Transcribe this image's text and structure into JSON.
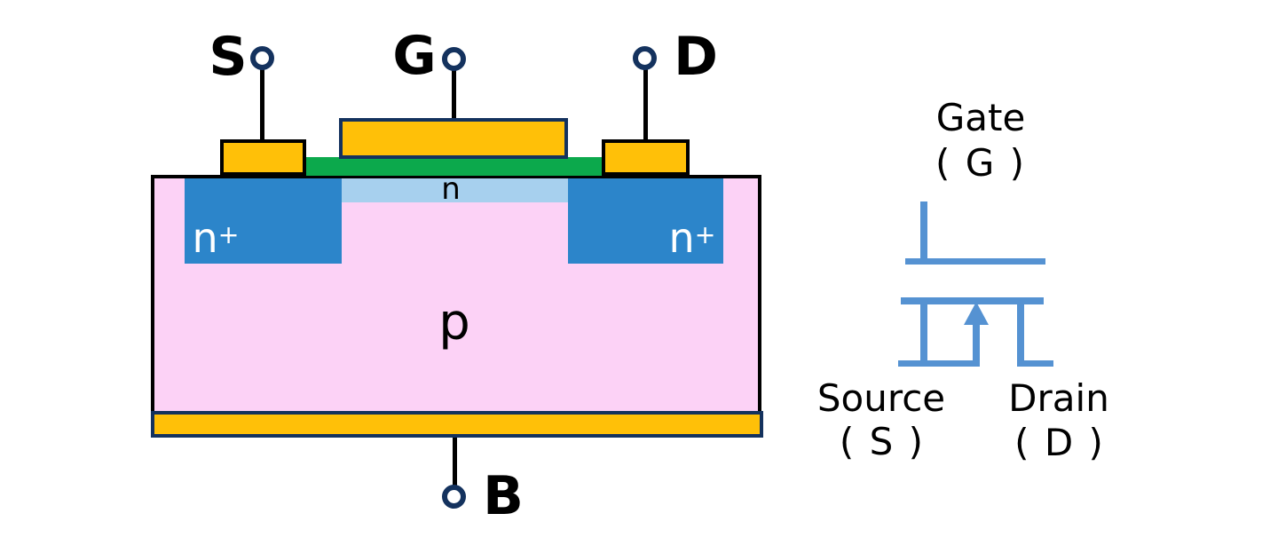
{
  "colors": {
    "substrate-pink": "#FCD2F6",
    "nplus-blue": "#2C85CA",
    "channel-blue": "#A7D0EE",
    "oxide-green": "#0CA94C",
    "metal-orange": "#FFC008",
    "outline-navy": "#14325E",
    "outline-black": "#000000",
    "symbol-blue": "#5592D2"
  },
  "cross_section": {
    "terminal_source": "S",
    "terminal_gate": "G",
    "terminal_drain": "D",
    "terminal_body": "B",
    "region_substrate": "p",
    "region_channel": "n",
    "region_source_diffusion_base": "n",
    "region_source_diffusion_sup": "+",
    "region_drain_diffusion_base": "n",
    "region_drain_diffusion_sup": "+"
  },
  "symbol": {
    "gate_label": "Gate",
    "gate_abbr": "( G )",
    "source_label": "Source",
    "source_abbr": "( S )",
    "drain_label": "Drain",
    "drain_abbr": "( D )"
  }
}
